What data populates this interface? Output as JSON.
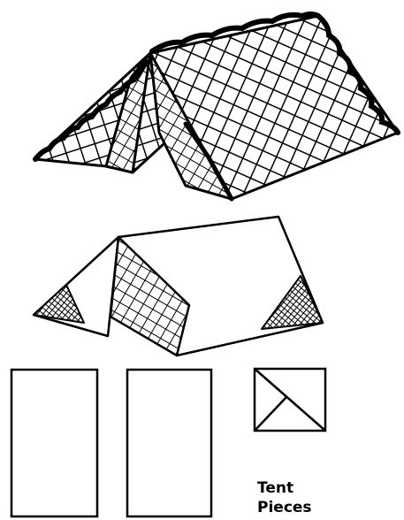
{
  "caption": {
    "line1": "Tent",
    "line2": "Pieces"
  },
  "figures": [
    {
      "name": "finished-tent",
      "description_icon": "plaid-tent-illustration"
    },
    {
      "name": "folded-tent",
      "description_icon": "folded-paper-tent-illustration"
    },
    {
      "name": "tent-pieces",
      "pieces": [
        "rectangle-piece",
        "rectangle-piece",
        "square-flap-piece"
      ]
    }
  ],
  "colors": {
    "ink": "#000000",
    "paper": "#ffffff"
  }
}
